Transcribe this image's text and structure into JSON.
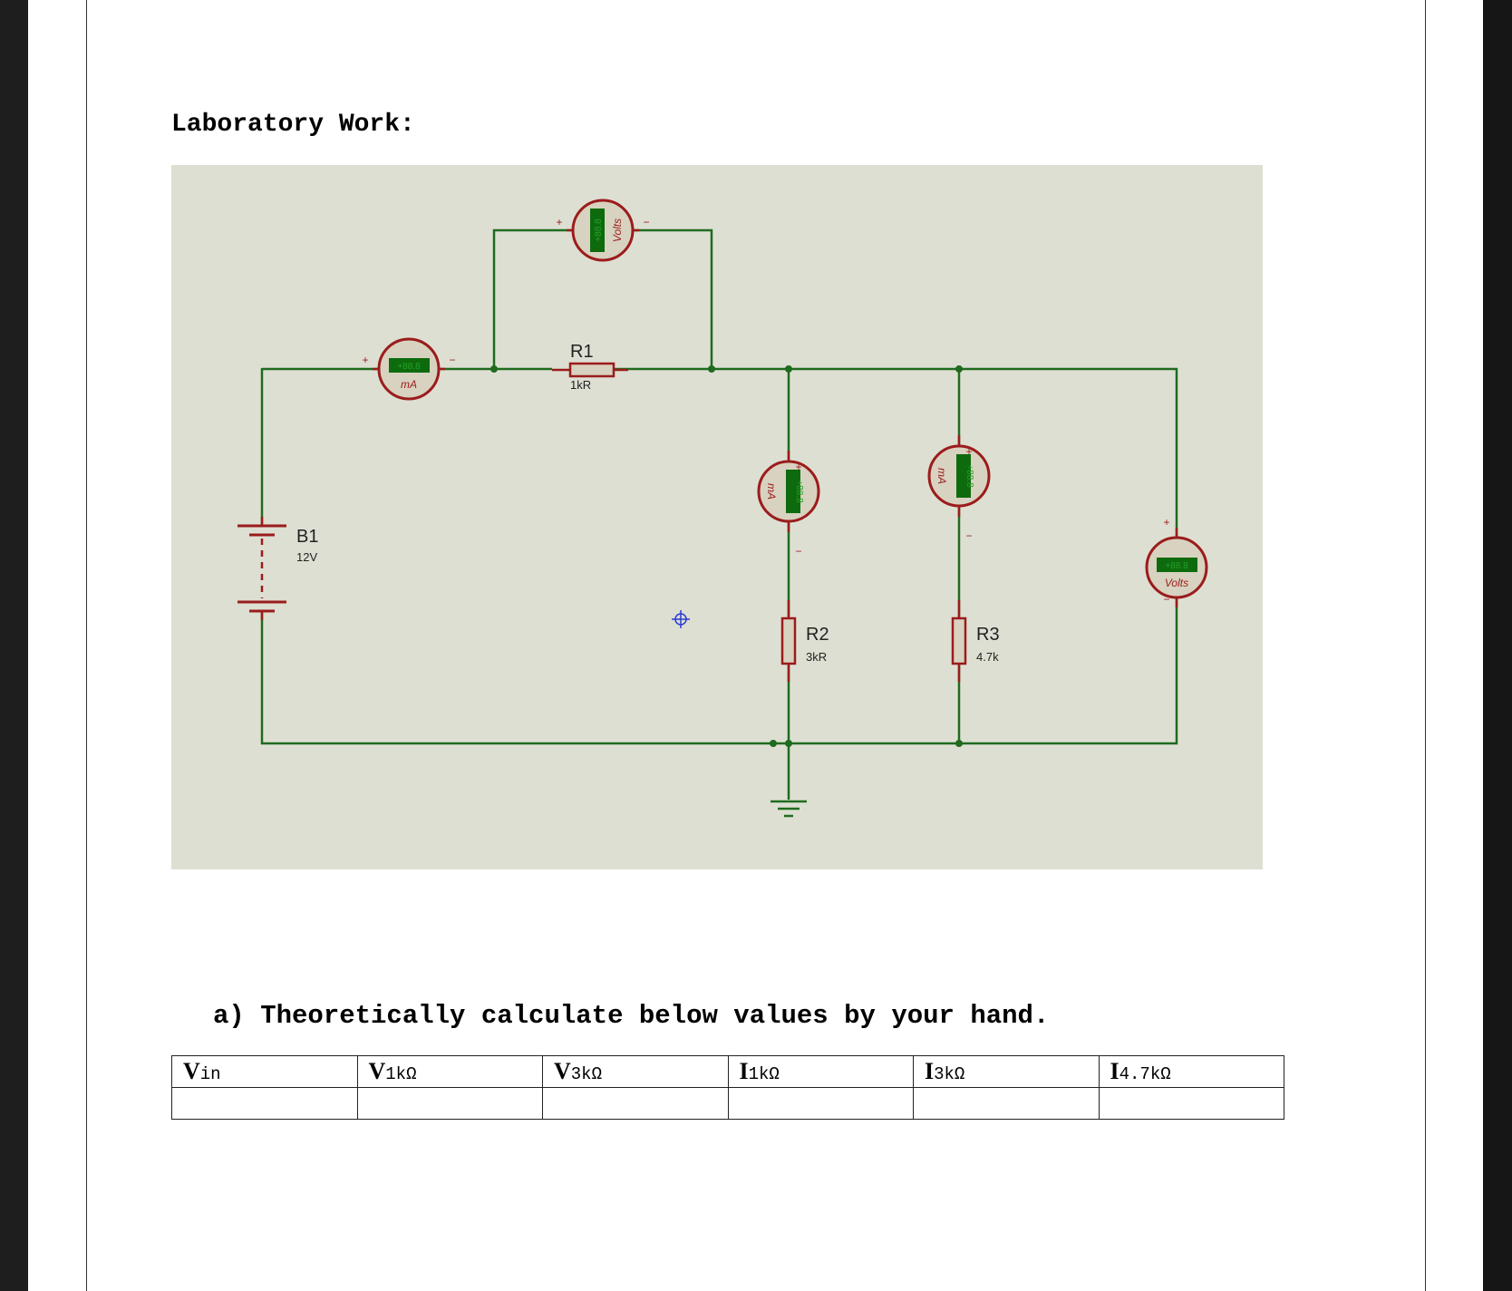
{
  "heading": "Laboratory Work:",
  "question": "a) Theoretically calculate below values by your hand.",
  "circuit": {
    "battery": {
      "name": "B1",
      "value": "12V"
    },
    "resistors": [
      {
        "name": "R1",
        "value": "1kR"
      },
      {
        "name": "R2",
        "value": "3kR"
      },
      {
        "name": "R3",
        "value": "4.7k"
      }
    ],
    "meters": {
      "ammeter_main": {
        "unit": "mA",
        "readout": "+88.8",
        "plus": "+",
        "minus": "−"
      },
      "voltmeter_r1": {
        "unit": "Volts",
        "readout": "+88.8",
        "plus": "+",
        "minus": "−"
      },
      "ammeter_r2": {
        "unit": "mA",
        "readout": "+88.8",
        "plus": "+",
        "minus": "−"
      },
      "ammeter_r3": {
        "unit": "mA",
        "readout": "+88.8",
        "plus": "+",
        "minus": "−"
      },
      "voltmeter_out": {
        "unit": "Volts",
        "readout": "+88.8",
        "plus": "+",
        "minus": "−"
      }
    }
  },
  "table": {
    "headers": [
      {
        "main": "V",
        "sub": "in"
      },
      {
        "main": "V",
        "sub": "1kΩ"
      },
      {
        "main": "V",
        "sub": "3kΩ"
      },
      {
        "main": "I",
        "sub": "1kΩ"
      },
      {
        "main": "I",
        "sub": "3kΩ"
      },
      {
        "main": "I",
        "sub": "4.7kΩ"
      }
    ],
    "row": [
      "",
      "",
      "",
      "",
      "",
      ""
    ]
  },
  "colors": {
    "schematic_background": "#dedfd3",
    "wire": "#1f6b1f",
    "component": "#9b1c1c",
    "component_fill": "#d8d2c0",
    "lcd": "#0d6b0d",
    "cursor": "#2a3bd6"
  }
}
